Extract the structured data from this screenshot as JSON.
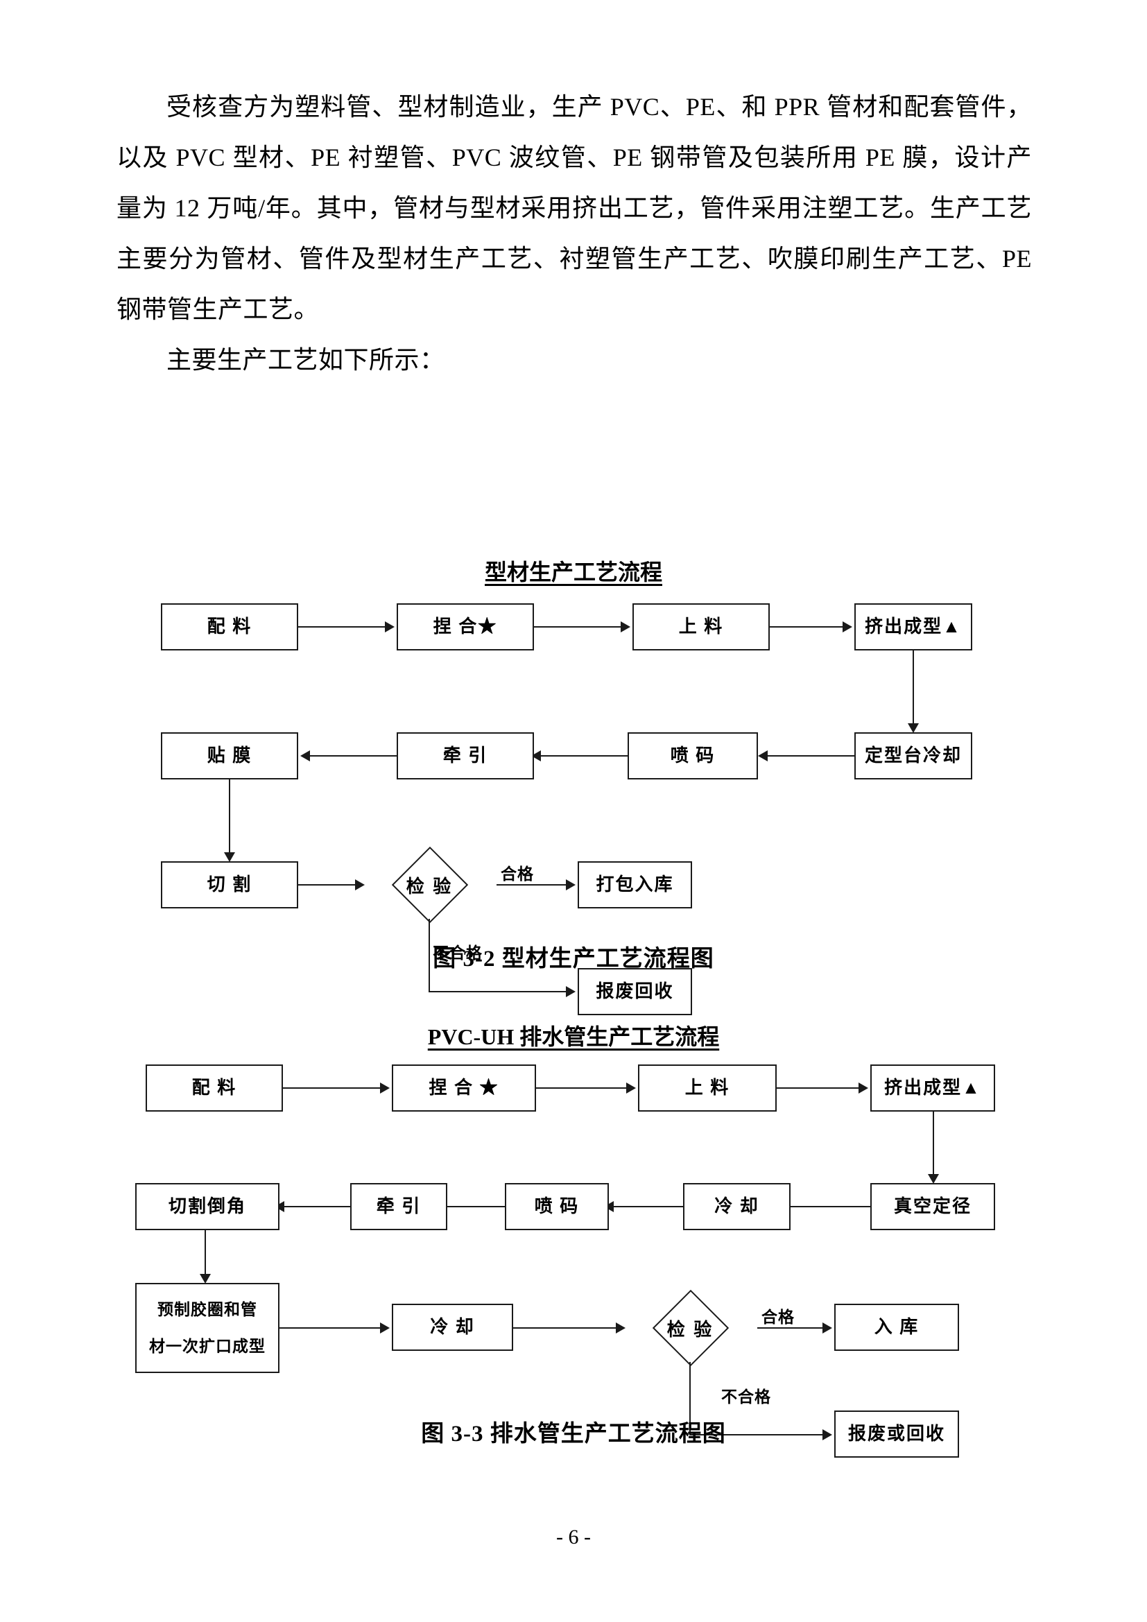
{
  "document": {
    "page_number": "- 6 -",
    "paragraphs": [
      "受核查方为塑料管、型材制造业，生产 PVC、PE、和 PPR 管材和配套管件，以及 PVC 型材、PE 衬塑管、PVC 波纹管、PE 钢带管及包装所用 PE 膜，设计产量为 12 万吨/年。其中，管材与型材采用挤出工艺，管件采用注塑工艺。生产工艺主要分为管材、管件及型材生产工艺、衬塑管生产工艺、吹膜印刷生产工艺、PE 钢带管生产工艺。",
      "主要生产工艺如下所示："
    ]
  },
  "figure1": {
    "heading": "型材生产工艺流程",
    "caption": "图 3-2  型材生产工艺流程图",
    "nodes": {
      "peiliao": "配 料",
      "niehe": "捏 合★",
      "shangliao": "上 料",
      "jichu": "挤出成型▲",
      "dingxing": "定型台冷却",
      "penma": "喷 码",
      "qianyin": "牵 引",
      "tiemo": "贴 膜",
      "qiege": "切 割",
      "jianyan": "检 验",
      "dabao": "打包入库",
      "baofei": "报废回收"
    },
    "edge_labels": {
      "hege": "合格",
      "buhege": "不合格"
    }
  },
  "figure2": {
    "heading": "PVC-UH 排水管生产工艺流程",
    "caption": "图 3-3  排水管生产工艺流程图",
    "nodes": {
      "peiliao": "配 料",
      "niehe": "捏 合 ★",
      "shangliao": "上 料",
      "jichu": "挤出成型▲",
      "zhenkong": "真空定径",
      "lengque1": "冷 却",
      "penma": "喷 码",
      "qianyin": "牵 引",
      "qiegedaojiao": "切割倒角",
      "yuzhi_line1": "预制胶圈和管",
      "yuzhi_line2": "材一次扩口成型",
      "lengque2": "冷 却",
      "jianyan": "检 验",
      "ruku": "入 库",
      "baofei": "报废或回收"
    },
    "edge_labels": {
      "hege": "合格",
      "buhege": "不合格"
    }
  }
}
